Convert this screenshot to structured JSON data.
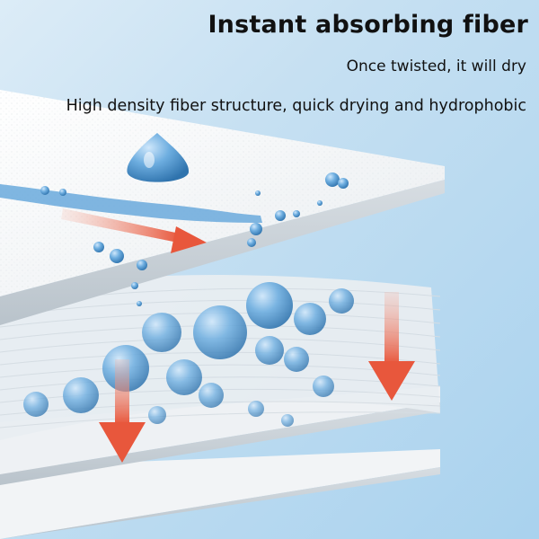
{
  "headline": "Instant absorbing fiber",
  "subline": "Once twisted, it will dry",
  "description": "High density fiber structure, quick drying and hydrophobic",
  "colors": {
    "background": "#c6e0f2",
    "sheet": "#f4f6f7",
    "water": "#4f97cf",
    "arrow": "#e8573c"
  }
}
